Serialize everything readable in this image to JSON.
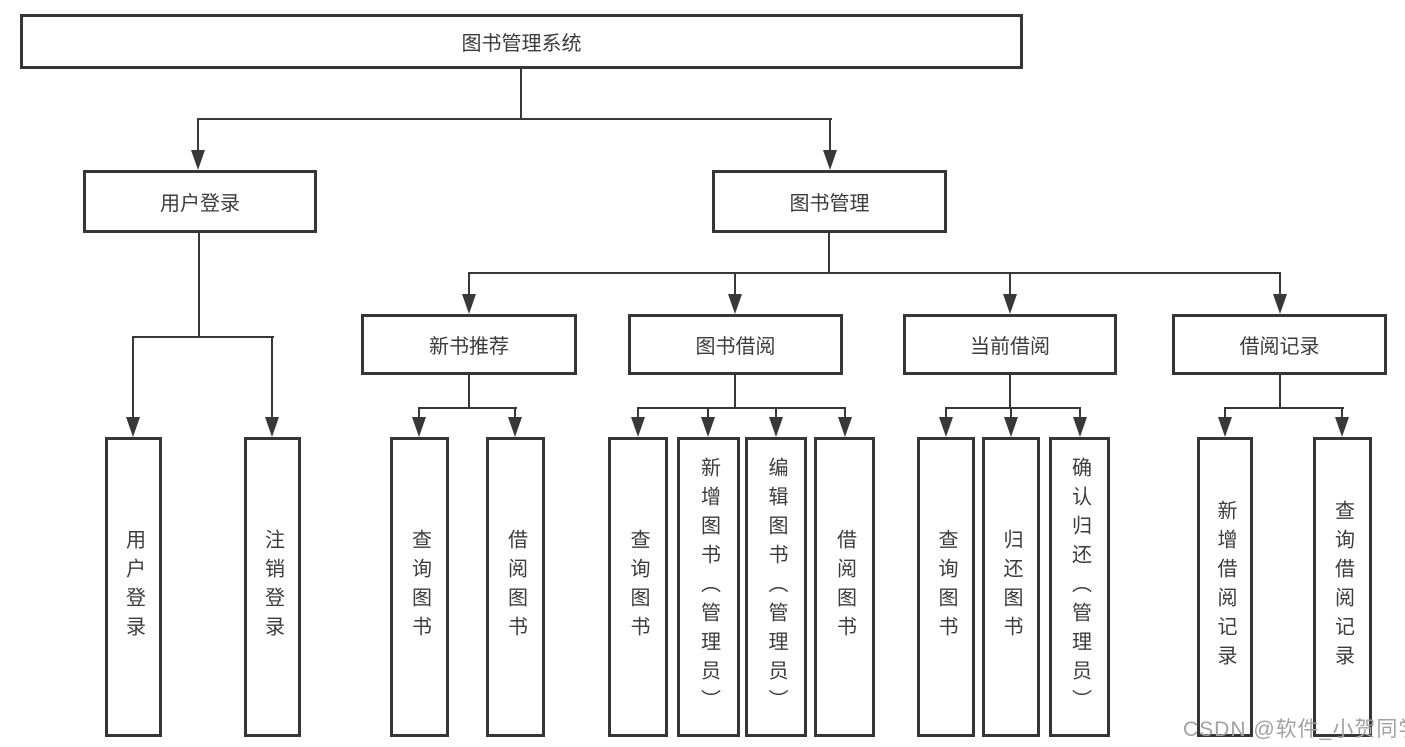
{
  "colors": {
    "line": "#383838",
    "box_border": "#363636",
    "text": "#3c3c3c",
    "watermark": "#a2a2a2",
    "background": "#ffffff"
  },
  "tree": {
    "root": {
      "label": "图书管理系统"
    },
    "branches": [
      {
        "label": "用户登录",
        "children": [
          {
            "label": "用户登录"
          },
          {
            "label": "注销登录"
          }
        ]
      },
      {
        "label": "图书管理",
        "children": [
          {
            "label": "新书推荐",
            "children": [
              {
                "label": "查询图书"
              },
              {
                "label": "借阅图书"
              }
            ]
          },
          {
            "label": "图书借阅",
            "children": [
              {
                "label": "查询图书"
              },
              {
                "label": "新增图书（管理员）"
              },
              {
                "label": "编辑图书（管理员）"
              },
              {
                "label": "借阅图书"
              }
            ]
          },
          {
            "label": "当前借阅",
            "children": [
              {
                "label": "查询图书"
              },
              {
                "label": "归还图书"
              },
              {
                "label": "确认归还（管理员）"
              }
            ]
          },
          {
            "label": "借阅记录",
            "children": [
              {
                "label": "新增借阅记录"
              },
              {
                "label": "查询借阅记录"
              }
            ]
          }
        ]
      }
    ]
  },
  "watermark": {
    "text": "CSDN @软件_小贺同学"
  }
}
